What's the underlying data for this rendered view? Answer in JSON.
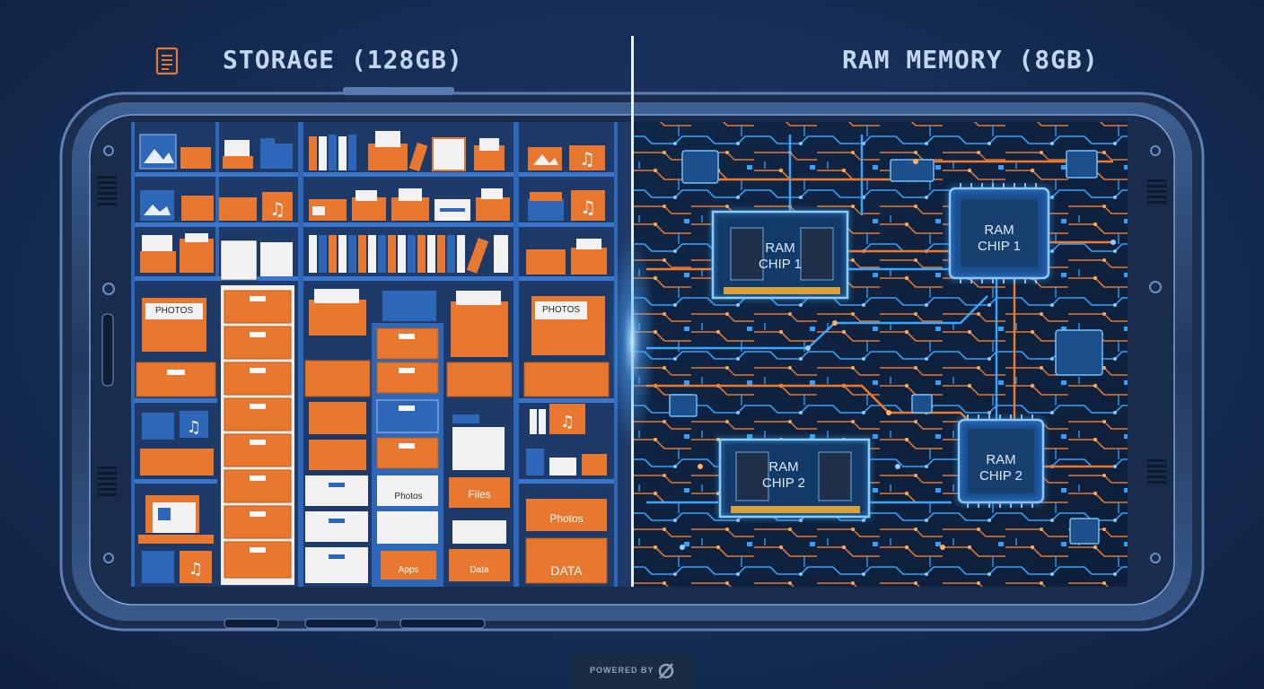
{
  "headings": {
    "storage": "STORAGE (128GB)",
    "ram": "RAM MEMORY (8GB)"
  },
  "ram_chips": [
    {
      "label_line1": "RAM",
      "label_line2": "CHIP 1"
    },
    {
      "label_line1": "RAM",
      "label_line2": "CHIP 1"
    },
    {
      "label_line1": "RAM",
      "label_line2": "CHIP 2"
    },
    {
      "label_line1": "RAM",
      "label_line2": "CHIP 2"
    }
  ],
  "storage_labels": {
    "photos_1": "PHOTOS",
    "photos_2": "PHOTOS",
    "photos_3": "Photos",
    "photos_4": "Photos",
    "files": "Files",
    "data": "DATA",
    "data_small": "Data",
    "apps": "Apps"
  },
  "branding": {
    "powered_by": "POWERED BY",
    "logo_icon": "slashed-circle-logo-icon"
  },
  "colors": {
    "background": "#18305a",
    "phone_frame": "#2b4470",
    "folder_orange": "#e8782f",
    "shelf_blue": "#2f67b8",
    "circuit_orange": "#f07a2c",
    "circuit_blue": "#3aa6ff",
    "divider_glow": "#9fd4ff"
  }
}
